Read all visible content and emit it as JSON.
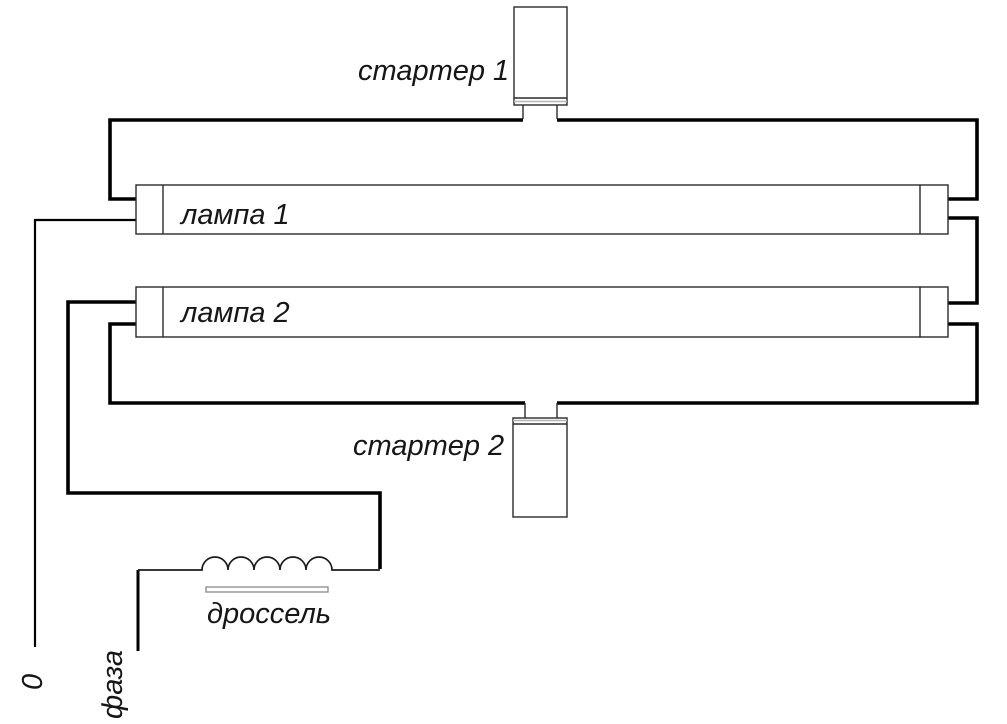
{
  "diagram": {
    "kind": "fluorescent-lamp-wiring-schematic",
    "background_color": "#ffffff",
    "wire_color": "#000000",
    "labels": {
      "starter1": "стартер 1",
      "starter2": "стартер 2",
      "lamp1": "лампа 1",
      "lamp2": "лампа 2",
      "choke": "дроссель",
      "phase": "фаза",
      "neutral": "0"
    }
  }
}
